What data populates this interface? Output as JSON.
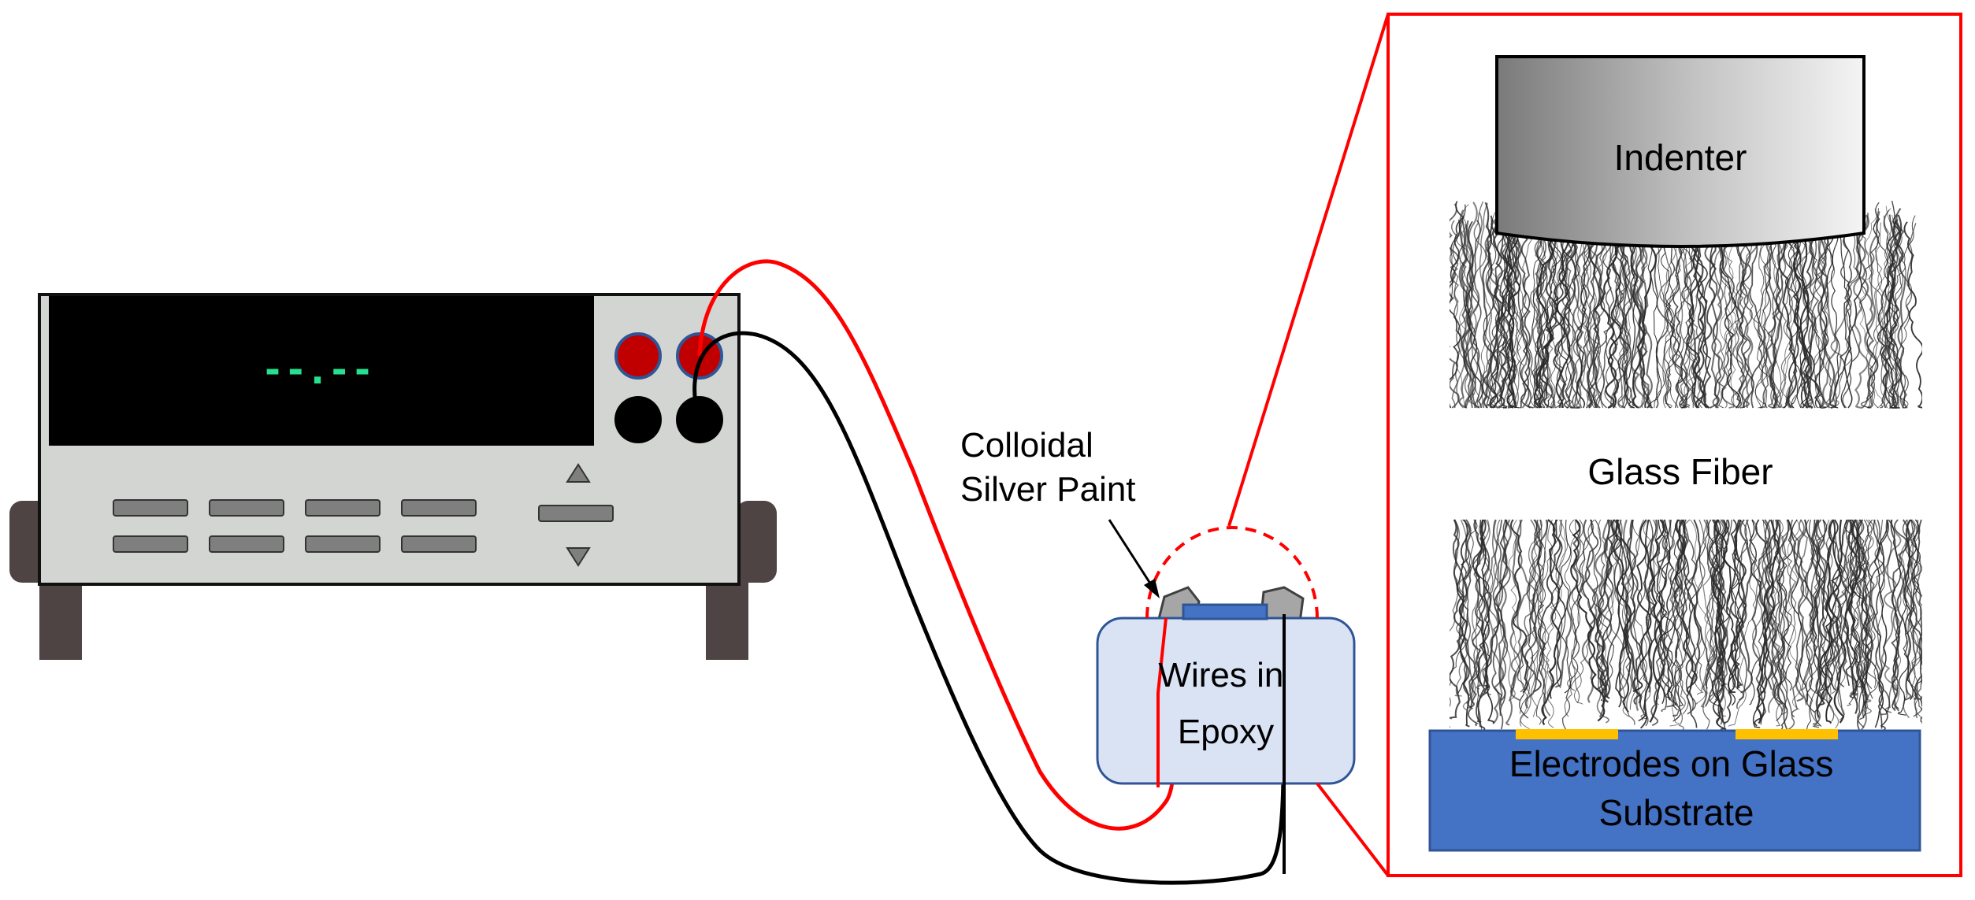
{
  "display": {
    "readout": "--.--"
  },
  "labels": {
    "silver_paint": [
      "Colloidal",
      "Silver Paint"
    ],
    "epoxy": [
      "Wires in",
      "Epoxy"
    ],
    "indenter": "Indenter",
    "glass_fiber": "Glass Fiber",
    "electrodes": [
      "Electrodes on Glass",
      "Substrate"
    ]
  },
  "colors": {
    "instrument_body": "#d3d5d2",
    "display_bg": "#000000",
    "display_digits": "#27e08f",
    "button_gray": "#7f7f7f",
    "feet": "#4f4444",
    "terminal_red": "#c00000",
    "terminal_ring": "#2f5597",
    "lead_red": "#ff0000",
    "lead_black": "#000000",
    "callout_red": "#ff0000",
    "epoxy_fill": "#dae3f3",
    "epoxy_stroke": "#2f5597",
    "substrate": "#4472c4",
    "electrode": "#ffc000",
    "fiber": "#2a2a2a"
  }
}
